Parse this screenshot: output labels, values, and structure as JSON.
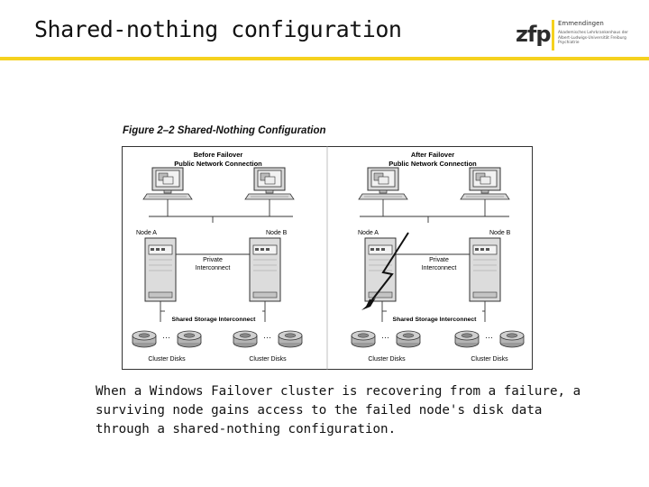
{
  "slide": {
    "title": "Shared-nothing configuration",
    "description": "When a Windows Failover cluster is recovering from a failure, a surviving node gains access to the failed node's disk data through a shared-nothing configuration."
  },
  "logo": {
    "mark_z": "zf",
    "mark_p": "p",
    "name": "Emmendingen",
    "subtitle_lines": [
      "Akademisches Lehrkrankenhaus der",
      "Albert-Ludwigs-Universität Freiburg",
      "Psychiatrie"
    ]
  },
  "figure": {
    "caption": "Figure 2–2   Shared-Nothing Configuration",
    "panels": [
      {
        "heading_line1": "Before Failover",
        "heading_line2": "Public Network Connection",
        "node_a": "Node A",
        "node_b": "Node B",
        "interconnect_line1": "Private",
        "interconnect_line2": "Interconnect",
        "storage_label": "Shared Storage Interconnect",
        "disks_left": "Cluster Disks",
        "disks_right": "Cluster Disks"
      },
      {
        "heading_line1": "After Failover",
        "heading_line2": "Public Network Connection",
        "node_a": "Node A",
        "node_b": "Node B",
        "interconnect_line1": "Private",
        "interconnect_line2": "Interconnect",
        "storage_label": "Shared Storage Interconnect",
        "disks_left": "Cluster Disks",
        "disks_right": "Cluster Disks"
      }
    ]
  },
  "colors": {
    "accent_bar": "#f5d11e",
    "figure_ink": "#333333",
    "figure_fill": "#e6e6e6"
  }
}
